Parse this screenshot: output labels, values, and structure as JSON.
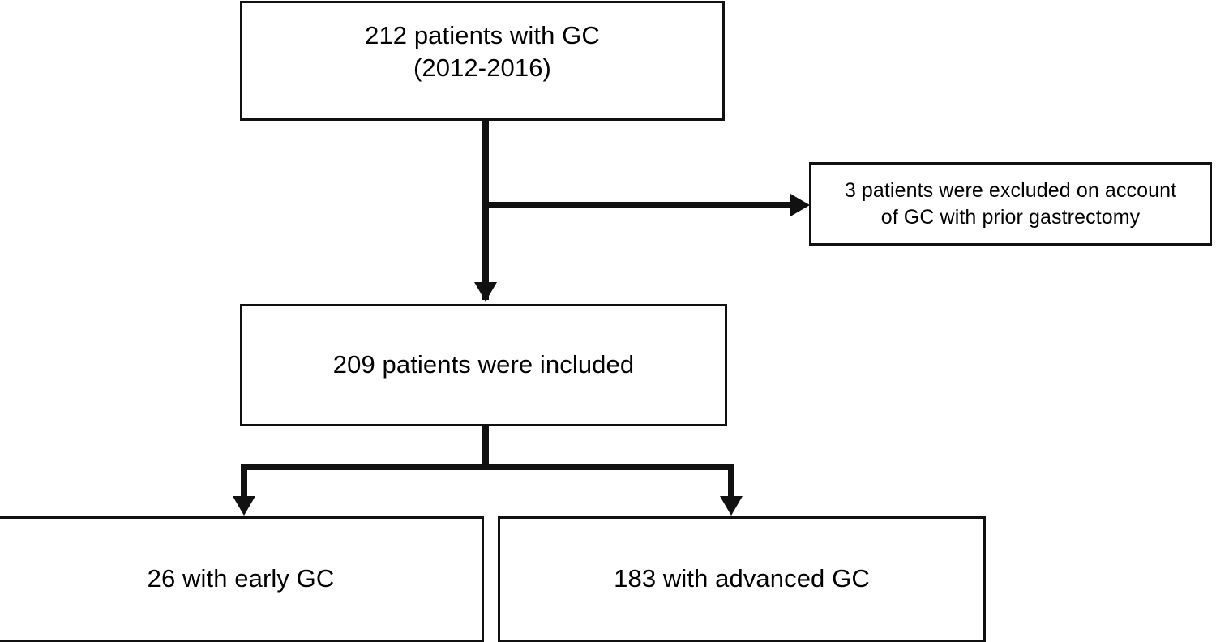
{
  "diagram": {
    "type": "flowchart",
    "title": "Patient selection flow for gastric cancer cohort",
    "orientation": "top-to-bottom",
    "line_color": "#111111",
    "box_fill": "#ffffff",
    "text_color": "#000000",
    "nodes": {
      "cohort": {
        "label": "212 patients with GC\n(2012-2016)",
        "count": 212,
        "period": "2012-2016"
      },
      "excluded": {
        "label": "3 patients were excluded on account\nof GC with prior gastrectomy",
        "count": 3
      },
      "included": {
        "label": "209 patients were included",
        "count": 209
      },
      "early": {
        "label": "26 with early GC",
        "count": 26
      },
      "advanced": {
        "label": "183 with advanced GC",
        "count": 183
      }
    },
    "edges": [
      {
        "from": "cohort",
        "to": "included",
        "marker": "arrow-down"
      },
      {
        "from": "cohort",
        "to": "excluded",
        "marker": "arrow-right"
      },
      {
        "from": "included",
        "to": "early",
        "marker": "arrow-down"
      },
      {
        "from": "included",
        "to": "advanced",
        "marker": "arrow-down"
      }
    ]
  }
}
